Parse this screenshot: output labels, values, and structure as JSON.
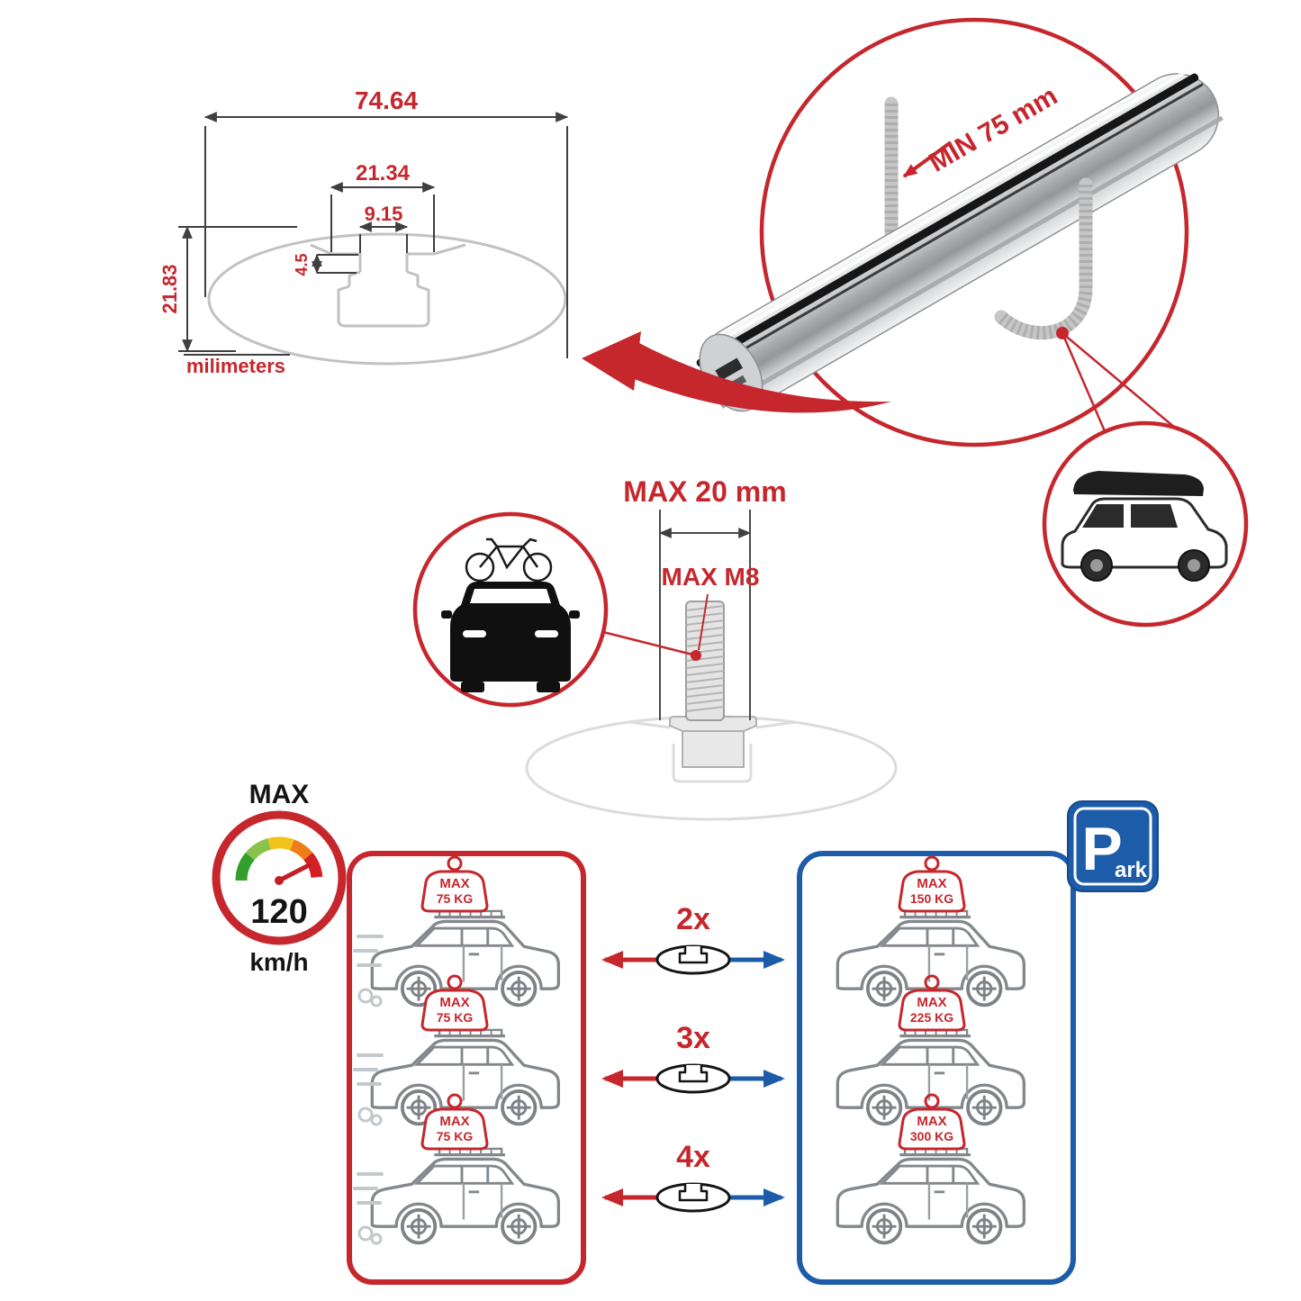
{
  "tech_drawing": {
    "dim_total_width": "74.64",
    "dim_shoulder_width": "21.34",
    "dim_slot_width": "9.15",
    "dim_lip_depth": "4.5",
    "dim_total_height": "21.83",
    "unit_label": "milimeters"
  },
  "bar_detail": {
    "min_clamp_label": "MIN 75 mm"
  },
  "bolt_detail": {
    "max_length_label": "MAX 20 mm",
    "max_thread_label": "MAX M8"
  },
  "speed_limit": {
    "top_label": "MAX",
    "value": "120",
    "unit": "km/h"
  },
  "park_sign": {
    "letter": "P",
    "suffix": "ark"
  },
  "driving_panel": {
    "cars": [
      {
        "tag_label": "MAX",
        "tag_load": "75 KG"
      },
      {
        "tag_label": "MAX",
        "tag_load": "75 KG"
      },
      {
        "tag_label": "MAX",
        "tag_load": "75 KG"
      }
    ]
  },
  "parking_panel": {
    "cars": [
      {
        "tag_label": "MAX",
        "tag_load": "150 KG"
      },
      {
        "tag_label": "MAX",
        "tag_load": "225 KG"
      },
      {
        "tag_label": "MAX",
        "tag_load": "300 KG"
      }
    ]
  },
  "bar_count_rows": [
    {
      "multiplier": "2x"
    },
    {
      "multiplier": "3x"
    },
    {
      "multiplier": "4x"
    }
  ],
  "colors": {
    "accent_red": "#c5272d",
    "accent_blue": "#1d5ca8",
    "line_gray": "#83888d",
    "faint_gray": "#dcdcdc"
  }
}
